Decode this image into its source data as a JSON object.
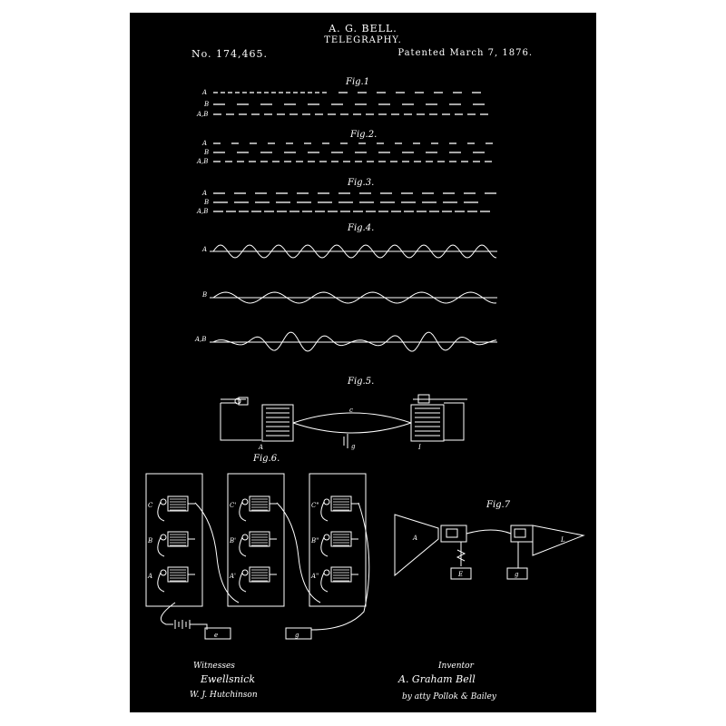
{
  "header": {
    "inventor": "A. G. BELL.",
    "title": "TELEGRAPHY.",
    "number": "No. 174,465.",
    "date": "Patented March 7, 1876."
  },
  "figures": {
    "fig1": "Fig.1",
    "fig2": "Fig.2.",
    "fig3": "Fig.3.",
    "fig4": "Fig.4.",
    "fig5": "Fig.5.",
    "fig6": "Fig.6.",
    "fig7": "Fig.7"
  },
  "row_labels": {
    "a": "A",
    "b": "B",
    "ab": "A,B"
  },
  "fig5_labels": {
    "a": "A",
    "g": "g",
    "i": "I",
    "c": "c"
  },
  "fig6_labels": {
    "c": "C",
    "b": "B",
    "a": "A",
    "cp": "C'",
    "bp": "B'",
    "ap": "A'",
    "cpp": "C\"",
    "bpp": "B\"",
    "app": "A\"",
    "e": "e",
    "g": "g"
  },
  "fig7_labels": {
    "a": "A",
    "l": "L",
    "e": "E",
    "g": "g"
  },
  "footer": {
    "witnesses_label": "Witnesses",
    "witness_1": "Ewellsnick",
    "witness_2": "W. J. Hutchinson",
    "inventor_label": "Inventor",
    "inventor_signature": "A. Graham Bell",
    "attorney_signature": "by atty Pollok & Bailey"
  }
}
